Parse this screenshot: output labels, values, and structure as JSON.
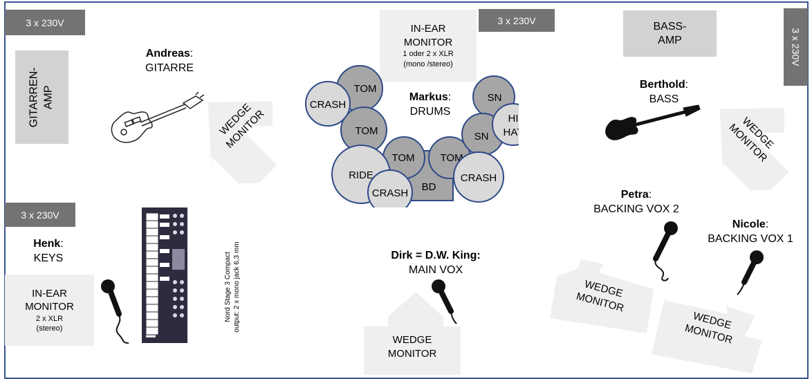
{
  "power": [
    "3 x 230V",
    "3 x 230V",
    "3 x 230V",
    "3 x 230V"
  ],
  "amps": {
    "guitar": "GITARREN-AMP",
    "bass_line1": "BASS-",
    "bass_line2": "AMP"
  },
  "in_ear_drums": {
    "line1": "IN-EAR",
    "line2": "MONITOR",
    "line3": "1 oder 2 x XLR",
    "line4": "(mono /stereo)"
  },
  "in_ear_keys": {
    "line1": "IN-EAR",
    "line2": "MONITOR",
    "line3": "2 x XLR",
    "line4": "(stereo)"
  },
  "wedge": {
    "line1": "WEDGE",
    "line2": "MONITOR"
  },
  "musicians": {
    "andreas": {
      "name": "Andreas",
      "role": "GITARRE"
    },
    "markus": {
      "name": "Markus",
      "role": "DRUMS"
    },
    "berthold": {
      "name": "Berthold",
      "role": "BASS"
    },
    "henk": {
      "name": "Henk",
      "role": "KEYS"
    },
    "dirk": {
      "name": "Dirk = D.W. King:",
      "role": "MAIN VOX"
    },
    "petra": {
      "name": "Petra",
      "role": "BACKING VOX 2"
    },
    "nicole": {
      "name": "Nicole",
      "role": "BACKING VOX 1"
    }
  },
  "colon": ":",
  "keyboard_note": {
    "line1": "Nord Stage 3 Compact",
    "line2": "output: 2 x mono jack 6,3 mm"
  },
  "drums": {
    "tom": "TOM",
    "crash": "CRASH",
    "ride": "RIDE",
    "sn": "SN",
    "hihat1": "HI",
    "hihat2": "HAT",
    "bd": "BD"
  },
  "colors": {
    "frame": "#3a5593",
    "power_box": "#737373",
    "amp_box": "#d2d2d2",
    "wedge": "#efefef",
    "drum_dark": "#a6a6a6",
    "drum_light": "#d9d9d9",
    "drum_outline": "#2f4a88"
  }
}
